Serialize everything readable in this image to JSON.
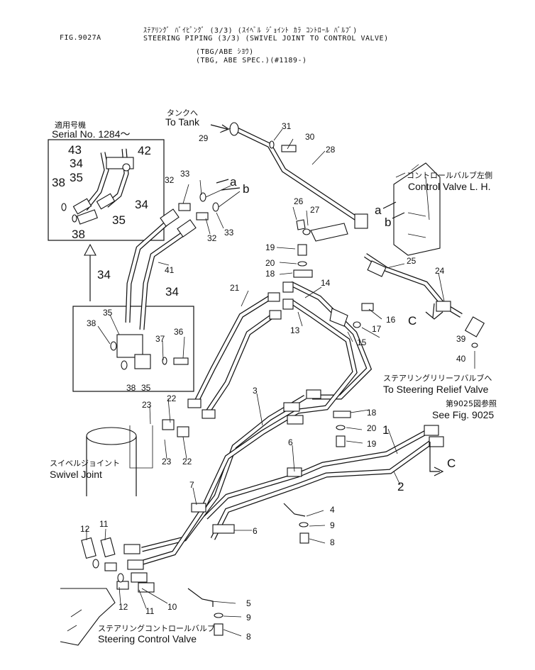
{
  "header": {
    "fig": "FIG.9027A",
    "line1": "ｽﾃｱﾘﾝｸﾞ ﾊﾞｲﾋﾟﾝｸﾞ (3/3) (ｽｲﾍﾞﾙ ｼﾞｮｲﾝﾄ ｶﾗ ｺﾝﾄﾛｰﾙ ﾊﾞﾙﾌﾞ)",
    "line2": "STEERING PIPING (3/3) (SWIVEL JOINT TO CONTROL VALVE)",
    "line3": "(TBG/ABE ｼﾖｳ)",
    "line4": "(TBG, ABE SPEC.)(#1189-)"
  },
  "labels": {
    "tank_jp": "タンクへ",
    "tank_en": "To Tank",
    "serial_jp": "適用号機",
    "serial_en": "Serial No. 1284～",
    "cv_jp": "コントロールバルブ左側",
    "cv_en": "Control Valve L. H.",
    "relief_jp": "ステアリングリリーフバルブへ",
    "relief_en": "To Steering Relief Valve",
    "see_jp": "第9025図参照",
    "see_en": "See Fig. 9025",
    "swivel_jp": "スイベルジョイント",
    "swivel_en": "Swivel Joint",
    "scv_jp": "ステアリングコントロールバルブ",
    "scv_en": "Steering Control Valve",
    "a": "a",
    "b": "b",
    "c": "C"
  },
  "callouts": [
    "1",
    "2",
    "3",
    "4",
    "5",
    "6",
    "7",
    "8",
    "9",
    "10",
    "11",
    "12",
    "13",
    "14",
    "15",
    "16",
    "17",
    "18",
    "19",
    "20",
    "21",
    "22",
    "23",
    "24",
    "25",
    "26",
    "27",
    "28",
    "29",
    "30",
    "31",
    "32",
    "33",
    "34",
    "35",
    "36",
    "37",
    "38",
    "39",
    "40",
    "41",
    "42",
    "43"
  ]
}
